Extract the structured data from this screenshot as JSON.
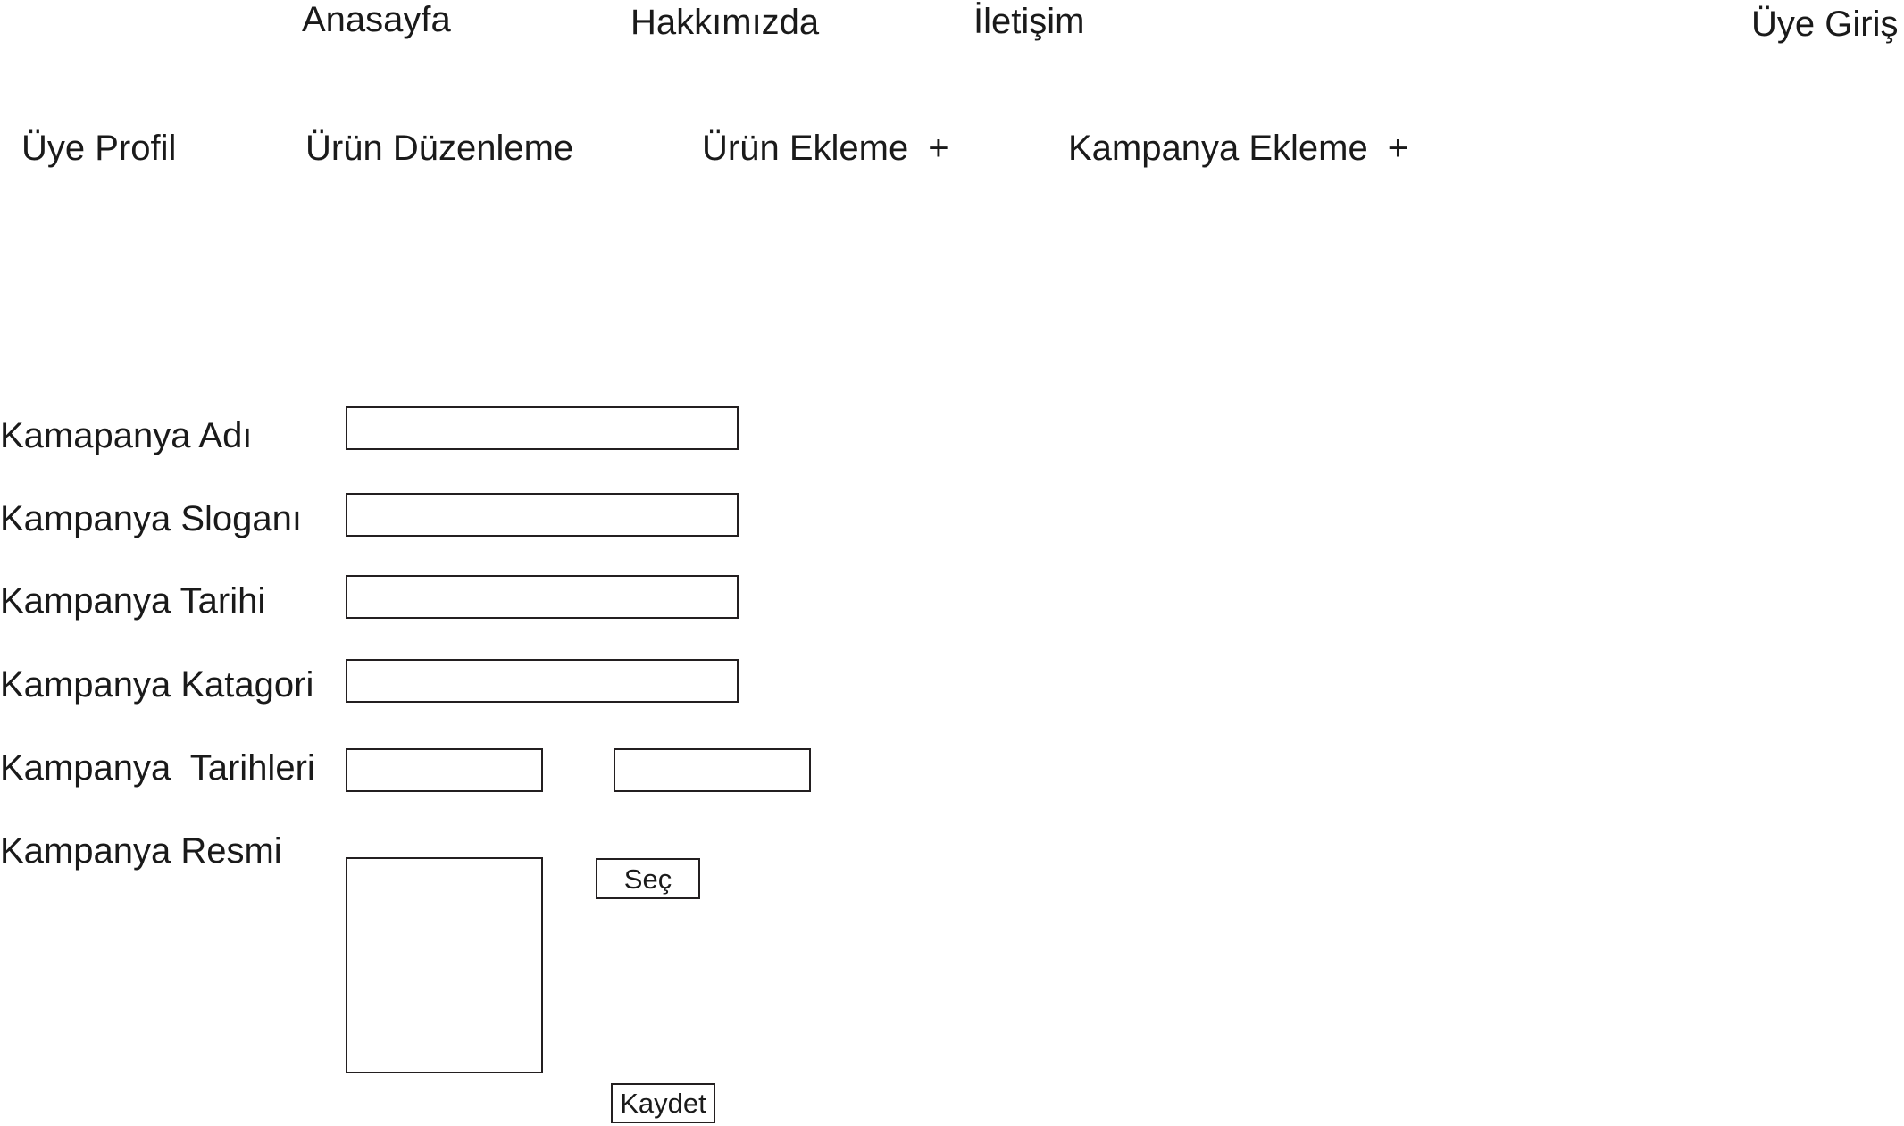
{
  "top_nav": {
    "home": "Anasayfa",
    "about": "Hakkımızda",
    "contact": "İletişim",
    "login": "Üye Giriş"
  },
  "member_menu": {
    "profile": "Üye Profil",
    "product_edit": "Ürün Düzenleme",
    "product_add": "Ürün Ekleme",
    "campaign_add": "Kampanya Ekleme",
    "plus_symbol": "+"
  },
  "form": {
    "labels": {
      "name": "Kamapanya Adı",
      "slogan": "Kampanya Sloganı",
      "date": "Kampanya Tarihi",
      "category": "Kampanya Katagori",
      "dates": "Kampanya  Tarihleri",
      "image": "Kampanya Resmi"
    },
    "values": {
      "name": "",
      "slogan": "",
      "date": "",
      "category": "",
      "start_date": "",
      "end_date": ""
    },
    "buttons": {
      "select": "Seç",
      "save": "Kaydet"
    }
  },
  "colors": {
    "border": "#231f20",
    "text": "#1a1a1a",
    "background": "#ffffff"
  }
}
